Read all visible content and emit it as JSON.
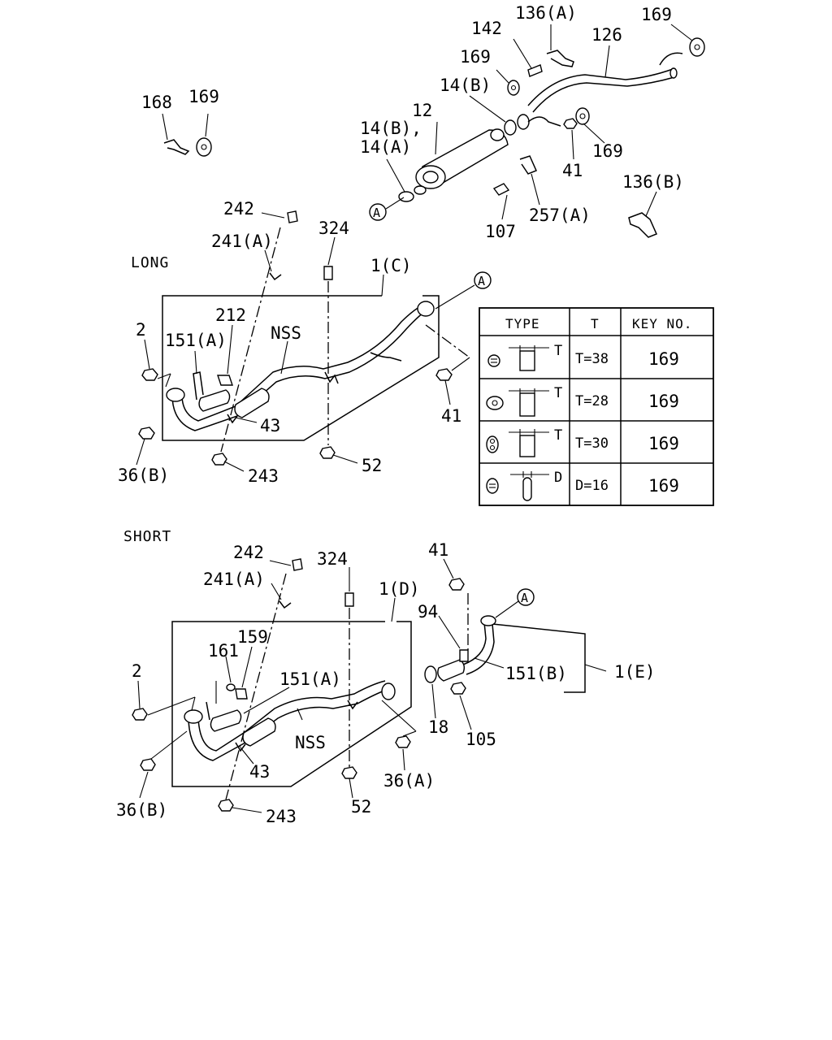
{
  "sections": {
    "long": "LONG",
    "short": "SHORT"
  },
  "callouts": {
    "a": "A"
  },
  "labels_top": {
    "p136a": "136(A)",
    "p169_tr": "169",
    "p142": "142",
    "p126": "126",
    "p169_b": "169",
    "p168": "168",
    "p169_l": "169",
    "p14b": "14(B)",
    "p12": "12",
    "p14b2": "14(B),",
    "p14a": "14(A)",
    "p169_r": "169",
    "p41": "41",
    "p136b": "136(B)",
    "p107": "107",
    "p257a": "257(A)"
  },
  "labels_long": {
    "p242": "242",
    "p324": "324",
    "p241a": "241(A)",
    "p1c": "1(C)",
    "p2": "2",
    "p212": "212",
    "p151a": "151(A)",
    "nss": "NSS",
    "p43": "43",
    "p41": "41",
    "p36b": "36(B)",
    "p243": "243",
    "p52": "52"
  },
  "labels_short": {
    "p242": "242",
    "p324": "324",
    "p41": "41",
    "p241a": "241(A)",
    "p1d": "1(D)",
    "p94": "94",
    "p159": "159",
    "p161": "161",
    "p151a": "151(A)",
    "p151b": "151(B)",
    "p1e": "1(E)",
    "p2": "2",
    "nss": "NSS",
    "p18": "18",
    "p105": "105",
    "p43": "43",
    "p36a": "36(A)",
    "p36b": "36(B)",
    "p52": "52",
    "p243": "243"
  },
  "table": {
    "headers": {
      "type": "TYPE",
      "t": "T",
      "key": "KEY NO."
    },
    "rows": [
      {
        "dim": "T",
        "t": "T=38",
        "key": "169"
      },
      {
        "dim": "T",
        "t": "T=28",
        "key": "169"
      },
      {
        "dim": "T",
        "t": "T=30",
        "key": "169"
      },
      {
        "dim": "D",
        "t": "D=16",
        "key": "169"
      }
    ]
  }
}
